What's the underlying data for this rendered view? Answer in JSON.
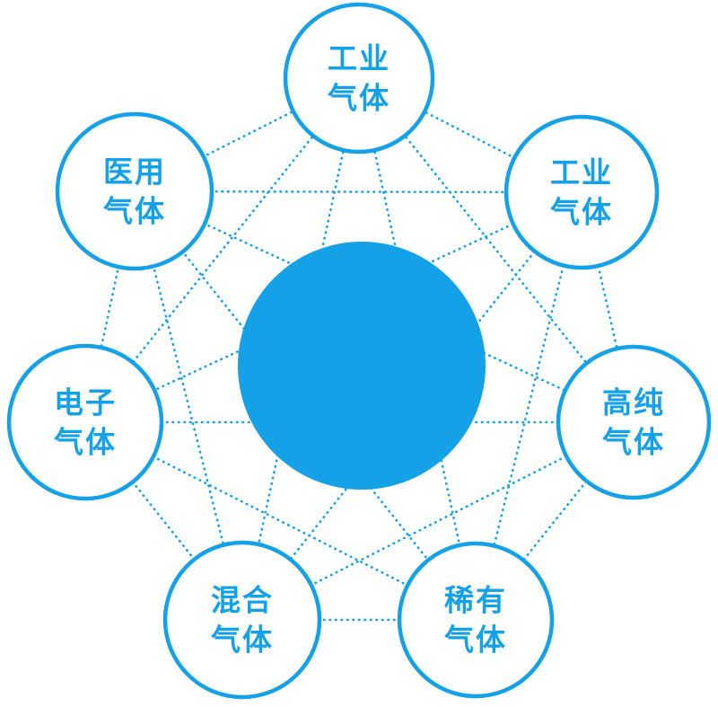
{
  "diagram": {
    "title": "gas-types-network",
    "accent_color": "#14A1E8",
    "center": {
      "label": ""
    },
    "nodes": [
      {
        "id": "top",
        "label": "工业\n气体"
      },
      {
        "id": "top-right",
        "label": "工业\n气体"
      },
      {
        "id": "right",
        "label": "高纯\n气体"
      },
      {
        "id": "bottom-right",
        "label": "稀有\n气体"
      },
      {
        "id": "bottom-left",
        "label": "混合\n气体"
      },
      {
        "id": "left",
        "label": "电子\n气体"
      },
      {
        "id": "top-left",
        "label": "医用\n气体"
      }
    ]
  }
}
